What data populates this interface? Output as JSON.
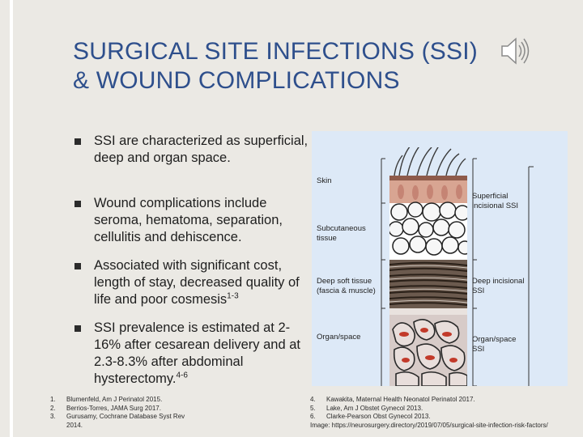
{
  "slide": {
    "title_line1": "SURGICAL SITE INFECTIONS (SSI)",
    "title_line2": "& WOUND COMPLICATIONS",
    "audio_icon": "speaker-icon",
    "bullets": [
      {
        "text": "SSI are characterized as superficial, deep and organ space.",
        "sup": ""
      },
      {
        "text": "Wound complications include seroma, hematoma, separation, cellulitis and dehiscence.",
        "sup": ""
      },
      {
        "text": "Associated with significant cost, length of stay, decreased quality of life and poor cosmesis",
        "sup": "1-3"
      },
      {
        "text": "SSI prevalence is  estimated at 2-16% after cesarean delivery and at 2.3-8.3% after abdominal hysterectomy.",
        "sup": "4-6"
      }
    ],
    "references_left": [
      {
        "num": "1.",
        "text": "Blumenfeld, Am J Perinatol 2015."
      },
      {
        "num": "2.",
        "text": "Berrios-Torres, JAMA Surg 2017."
      },
      {
        "num": "3.",
        "text": "Gurusamy, Cochrane Database Syst Rev"
      },
      {
        "num": "",
        "text": "2014."
      }
    ],
    "references_right": [
      {
        "num": "4.",
        "text": "Kawakita, Maternal Health Neonatol Perinatol 2017."
      },
      {
        "num": "5.",
        "text": "Lake, Am J Obstet Gynecol 2013."
      },
      {
        "num": "6.",
        "text": "Clarke-Pearson Obst Gynecol 2013."
      },
      {
        "num": "",
        "text": "Image: https://neurosurgery.directory/2019/07/05/surgical-site-infection-risk-factors/"
      }
    ]
  },
  "figure": {
    "labels": {
      "skin": "Skin",
      "subcutaneous_1": "Subcutaneous",
      "subcutaneous_2": "tissue",
      "deep_1": "Deep soft tissue",
      "deep_2": "(fascia & muscle)",
      "organ": "Organ/space",
      "superficial_ssi_1": "Superficial",
      "superficial_ssi_2": "incisional SSI",
      "deep_ssi_1": "Deep incisional",
      "deep_ssi_2": "SSI",
      "organ_ssi_1": "Organ/space",
      "organ_ssi_2": "SSI"
    }
  },
  "colors": {
    "title": "#2e4f8c",
    "background": "#ebe9e4",
    "figure_bg": "#dde9f7",
    "skin": "#d8a592",
    "fat": "#f7f7f7",
    "muscle": "#6b5a4e",
    "organ": "#d7cbc8"
  }
}
